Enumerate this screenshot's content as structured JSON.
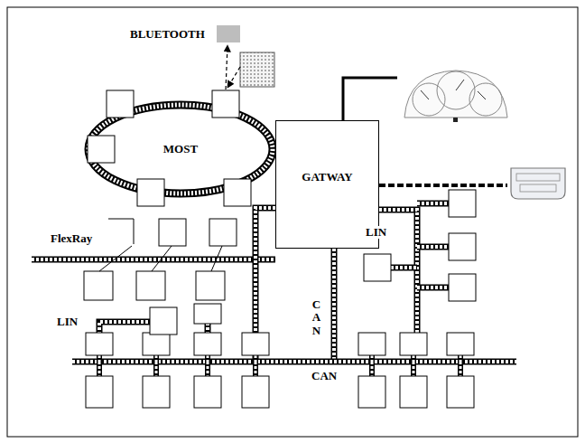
{
  "diagram": {
    "nodes": [
      {
        "text": [
          "MOST"
        ]
      },
      {
        "text": [
          "GATWAY"
        ]
      }
    ],
    "labels": [
      "BLUETOOTH",
      "FlexRay",
      "CAN",
      "LIN",
      "LIN",
      "CAN"
    ]
  }
}
